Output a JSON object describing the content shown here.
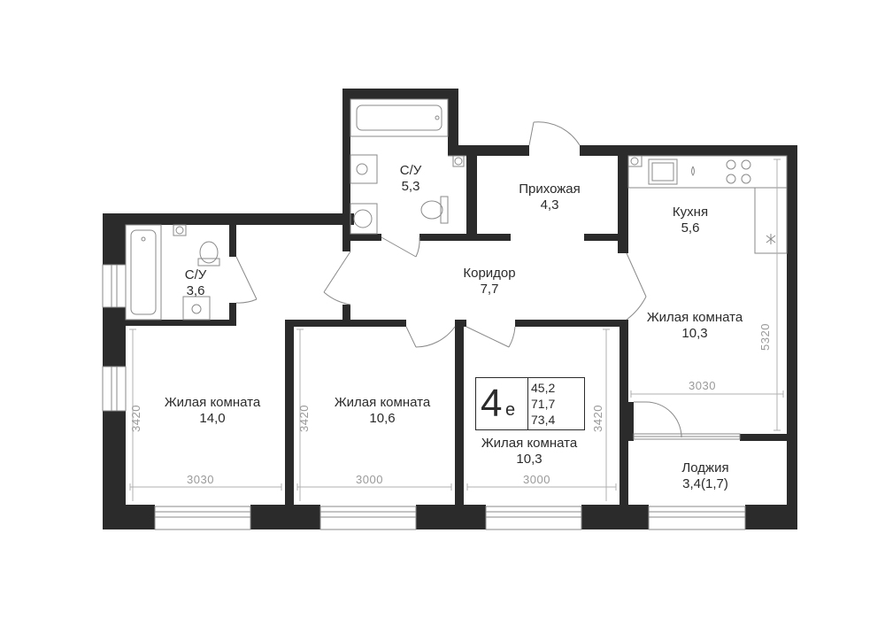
{
  "rooms": {
    "bath_top": {
      "name": "С/У",
      "area": "5,3"
    },
    "bath_left": {
      "name": "С/У",
      "area": "3,6"
    },
    "hall": {
      "name": "Прихожая",
      "area": "4,3"
    },
    "kitchen": {
      "name": "Кухня",
      "area": "5,6"
    },
    "corridor": {
      "name": "Коридор",
      "area": "7,7"
    },
    "living_right": {
      "name": "Жилая комната",
      "area": "10,3"
    },
    "living_1": {
      "name": "Жилая комната",
      "area": "14,0"
    },
    "living_2": {
      "name": "Жилая комната",
      "area": "10,6"
    },
    "living_3": {
      "name": "Жилая комната",
      "area": "10,3"
    },
    "loggia": {
      "name": "Лоджия",
      "area": "3,4(1,7)"
    }
  },
  "dimensions": {
    "w1": "3030",
    "w2": "3000",
    "w3": "3000",
    "w4": "3030",
    "h1": "3420",
    "h2": "3420",
    "h3": "3420",
    "h4": "5320"
  },
  "apartment": {
    "room_count": "4",
    "type_letter": "е",
    "living_area": "45,2",
    "total_area": "71,7",
    "area_with_loggia": "73,4"
  },
  "colors": {
    "wall": "#2b2b2b",
    "fixture": "#8a8a8a",
    "dimension": "#9a9a9a"
  }
}
